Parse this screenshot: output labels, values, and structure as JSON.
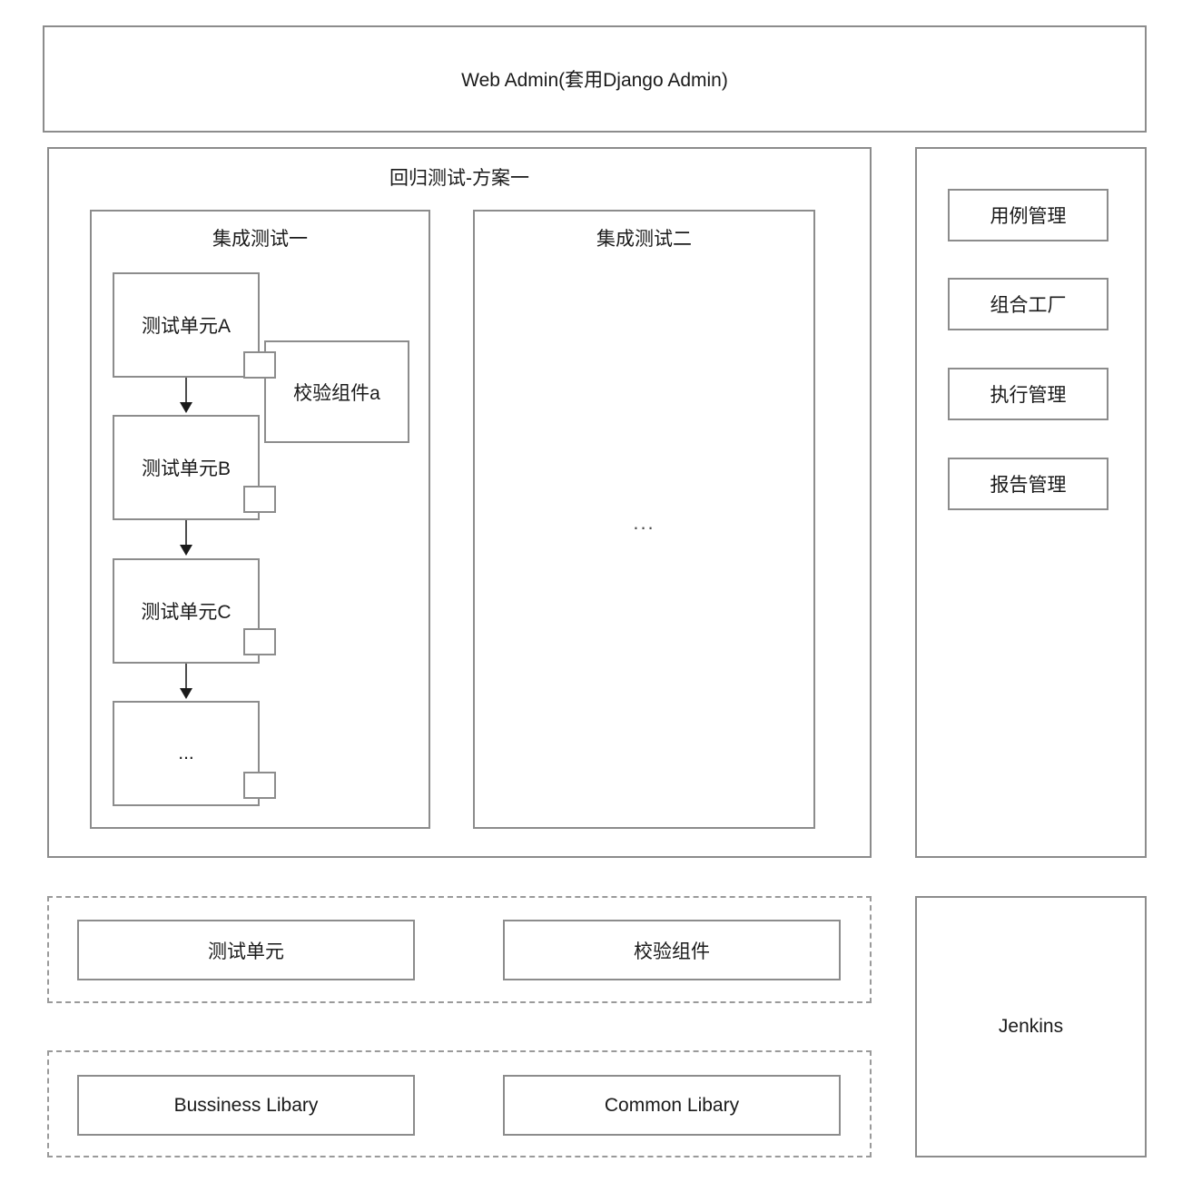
{
  "diagram": {
    "type": "architecture-block-diagram",
    "header": {
      "label": "Web Admin(套用Django Admin)"
    },
    "regression": {
      "title": "回归测试-方案一",
      "integration_tests": [
        {
          "title": "集成测试一",
          "units": [
            {
              "label": "测试单元A",
              "has_connector_tab": true
            },
            {
              "label": "测试单元B",
              "has_connector_tab": true
            },
            {
              "label": "测试单元C",
              "has_connector_tab": true
            },
            {
              "label": "...",
              "has_connector_tab": true
            }
          ],
          "validators": [
            {
              "label": "校验组件a"
            }
          ],
          "flow": "测试单元A → 测试单元B → 测试单元C → ..."
        },
        {
          "title": "集成测试二",
          "units": [],
          "placeholder": "..."
        }
      ]
    },
    "sidebar": {
      "items": [
        {
          "label": "用例管理"
        },
        {
          "label": "组合工厂"
        },
        {
          "label": "执行管理"
        },
        {
          "label": "报告管理"
        }
      ]
    },
    "component_layer": {
      "style": "dashed",
      "items": [
        {
          "label": "测试单元"
        },
        {
          "label": "校验组件"
        }
      ]
    },
    "library_layer": {
      "style": "dashed",
      "items": [
        {
          "label": "Bussiness Libary"
        },
        {
          "label": "Common Libary"
        }
      ]
    },
    "ci": {
      "label": "Jenkins"
    },
    "colors": {
      "box_border": "#8c8c8c",
      "dashed_border": "#9a9a9a",
      "text": "#1a1a1a",
      "arrow": "#4d4d4d",
      "background": "#ffffff"
    }
  }
}
